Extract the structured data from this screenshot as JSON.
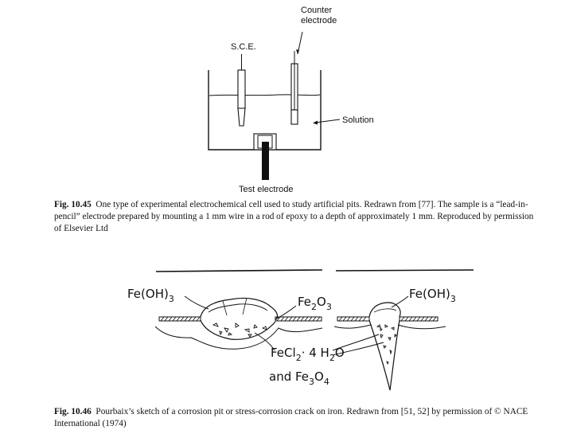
{
  "figure1": {
    "labels": {
      "counter_line1": "Counter",
      "counter_line2": "electrode",
      "sce": "S.C.E.",
      "solution": "Solution",
      "test": "Test electrode"
    },
    "caption_number": "Fig. 10.45",
    "caption_text": "One type of experimental electrochemical cell used to study artificial pits. Redrawn from [77]. The sample is a “lead-in-pencil” electrode prepared by mounting a 1 mm wire in a rod of epoxy to a depth of approximately 1 mm. Reproduced by permission of Elsevier Ltd"
  },
  "figure2": {
    "labels": {
      "feoh_left": "Fe(OH)",
      "feoh_left_sub": "3",
      "fe2o3_a": "Fe",
      "fe2o3_b": "2",
      "fe2o3_c": "O",
      "fe2o3_d": "3",
      "feoh_right": "Fe(OH)",
      "feoh_right_sub": "3",
      "fecl_a": "FeCl",
      "fecl_b": "2",
      "fecl_c": "· 4 H",
      "fecl_d": "2",
      "fecl_e": "O",
      "fe3o4_a": "and Fe",
      "fe3o4_b": "3",
      "fe3o4_c": "O",
      "fe3o4_d": "4"
    },
    "caption_number": "Fig. 10.46",
    "caption_text": "Pourbaix’s sketch of a corrosion pit or stress-corrosion crack on iron. Redrawn from [51, 52] by permission of © NACE International (1974)"
  }
}
